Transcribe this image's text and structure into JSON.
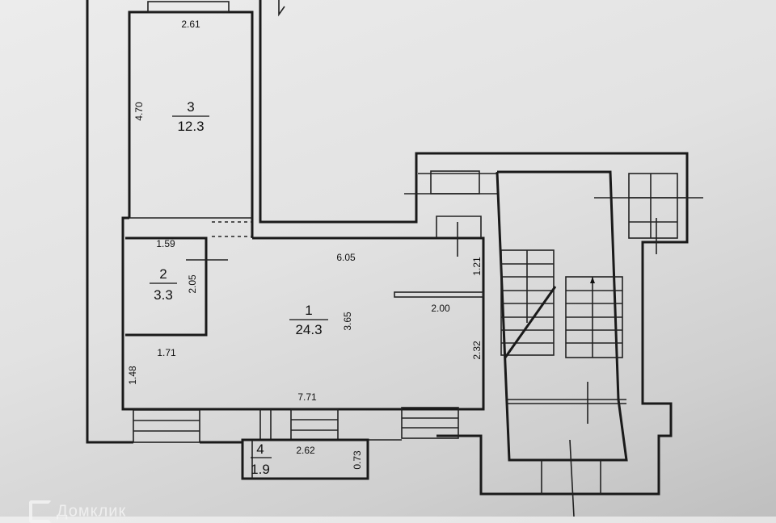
{
  "rooms": [
    {
      "number": "1",
      "area": "24.3"
    },
    {
      "number": "2",
      "area": "3.3"
    },
    {
      "number": "3",
      "area": "12.3"
    },
    {
      "number": "4",
      "area": "1.9"
    }
  ],
  "dimensions": {
    "room3_width": "2.61",
    "room3_length": "4.70",
    "room2_width": "1.59",
    "room2_length": "2.05",
    "room1_top": "6.05",
    "room1_height": "3.65",
    "room1_right_upper": "1.21",
    "room1_partition": "2.00",
    "room1_right_lower": "2.32",
    "room1_left": "1.71",
    "room1_left_lower": "1.48",
    "room1_bottom": "7.71",
    "room4_width": "2.62",
    "room4_length": "0.73"
  },
  "watermark": "Домклик"
}
